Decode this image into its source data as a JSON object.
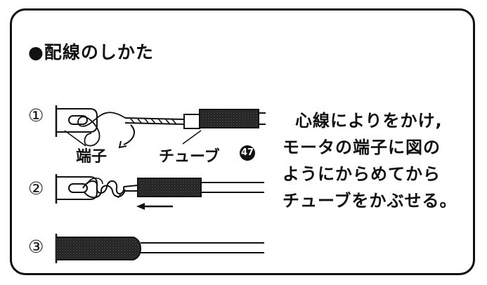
{
  "title": "●配線のしかた",
  "steps": [
    {
      "number": "①",
      "labels": {
        "terminal": "端子",
        "tube": "チューブ",
        "tube_ref": "47"
      }
    },
    {
      "number": "②"
    },
    {
      "number": "③"
    }
  ],
  "instructions": [
    "心線によりをかけ,",
    "モータの端子に図の",
    "ようにからめてから",
    "チューブをかぶせる。"
  ]
}
